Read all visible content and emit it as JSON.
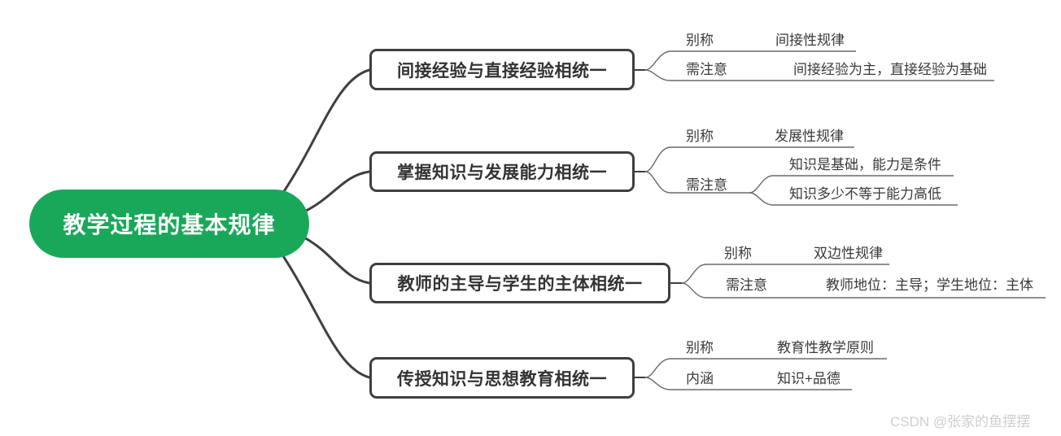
{
  "root": {
    "label": "教学过程的基本规律"
  },
  "branches": [
    {
      "title": "间接经验与直接经验相统一",
      "attributes": [
        {
          "label": "别称",
          "values": [
            "间接性规律"
          ]
        },
        {
          "label": "需注意",
          "values": [
            "间接经验为主，直接经验为基础"
          ]
        }
      ]
    },
    {
      "title": "掌握知识与发展能力相统一",
      "attributes": [
        {
          "label": "别称",
          "values": [
            "发展性规律"
          ]
        },
        {
          "label": "需注意",
          "values": [
            "知识是基础，能力是条件",
            "知识多少不等于能力高低"
          ]
        }
      ]
    },
    {
      "title": "教师的主导与学生的主体相统一",
      "attributes": [
        {
          "label": "别称",
          "values": [
            "双边性规律"
          ]
        },
        {
          "label": "需注意",
          "values": [
            "教师地位：主导；学生地位：主体"
          ]
        }
      ]
    },
    {
      "title": "传授知识与思想教育相统一",
      "attributes": [
        {
          "label": "别称",
          "values": [
            "教育性教学原则"
          ]
        },
        {
          "label": "内涵",
          "values": [
            "知识+品德"
          ]
        }
      ]
    }
  ],
  "watermark": "CSDN @张家的鱼摆摆",
  "colors": {
    "root_background": "#19a85a",
    "root_text": "#ffffff",
    "branch_border": "#3f3f3f",
    "branch_text": "#333333",
    "attribute_text": "#3a3a3a",
    "connector_line": "#6a6a6a",
    "watermark_text": "#cfcfcf"
  }
}
